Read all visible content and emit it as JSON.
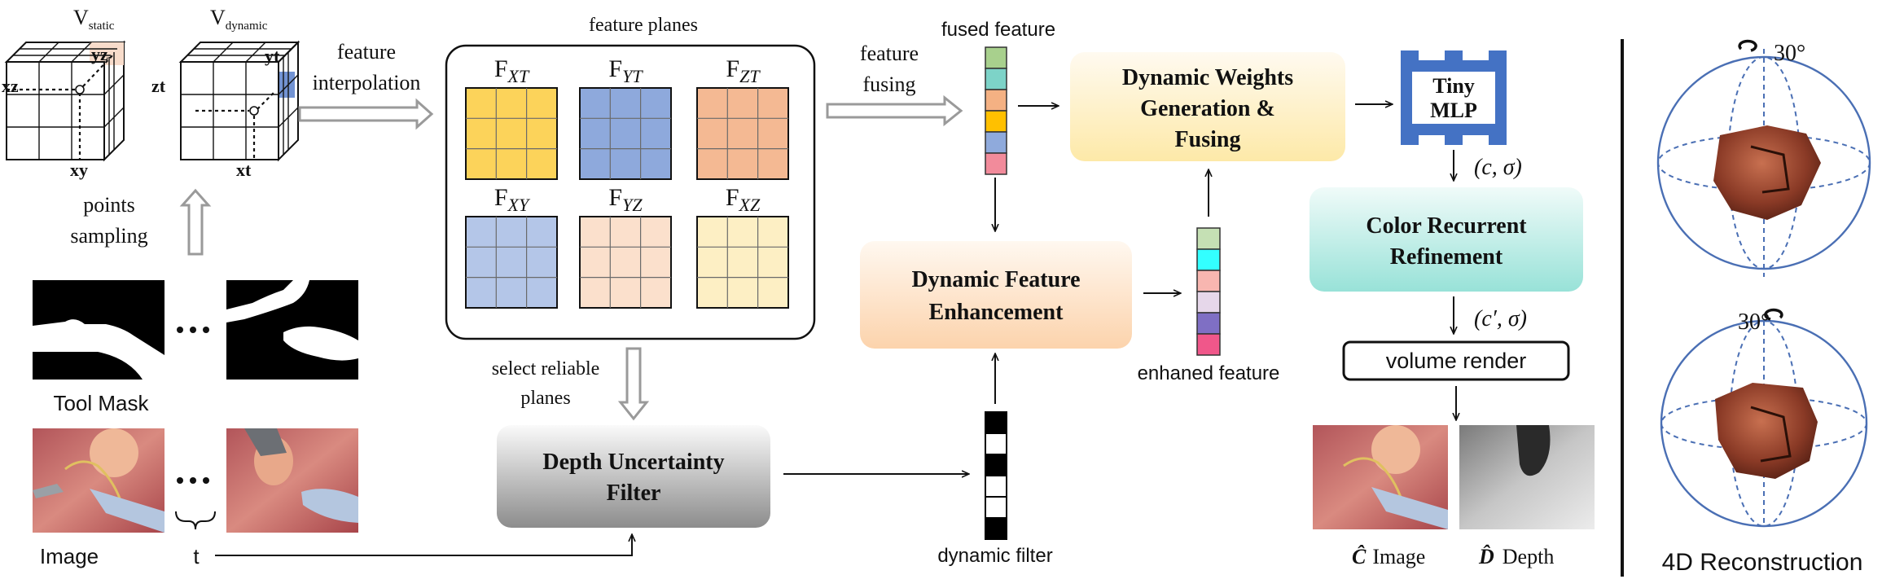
{
  "cube_left": {
    "title_main": "V",
    "title_sub": "static",
    "axis_xz": "xz",
    "axis_yz": "yz",
    "axis_xy": "xy"
  },
  "cube_right": {
    "title_main": "V",
    "title_sub": "dynamic",
    "axis_zt": "zt",
    "axis_yt": "yt",
    "axis_xt": "xt"
  },
  "labels": {
    "feature_interpolation_1": "feature",
    "feature_interpolation_2": "interpolation",
    "points_sampling_1": "points",
    "points_sampling_2": "sampling",
    "tool_mask": "Tool Mask",
    "image": "Image",
    "t": "t",
    "feature_planes": "feature planes",
    "select_reliable_1": "select reliable",
    "select_reliable_2": "planes",
    "feature_fusing_1": "feature",
    "feature_fusing_2": "fusing",
    "fused_feature": "fused feature",
    "enhanced_feature": "enhaned feature",
    "dynamic_filter": "dynamic filter",
    "c_sigma": "(c,  σ)",
    "c_prime_sigma": "(c′,  σ)",
    "c_hat": "Ĉ",
    "c_hat_suffix": "Image",
    "d_hat": "D̂",
    "d_hat_suffix": "Depth",
    "recon": "4D Reconstruction",
    "angle_top": "30°",
    "angle_bottom": "30°"
  },
  "planes": [
    {
      "main": "F",
      "sub": "XT",
      "color": "#fcd35a"
    },
    {
      "main": "F",
      "sub": "YT",
      "color": "#8ea9dc"
    },
    {
      "main": "F",
      "sub": "ZT",
      "color": "#f4b993"
    },
    {
      "main": "F",
      "sub": "XY",
      "color": "#b4c6e8"
    },
    {
      "main": "F",
      "sub": "YZ",
      "color": "#fbe0cc"
    },
    {
      "main": "F",
      "sub": "XZ",
      "color": "#fdefc4"
    }
  ],
  "boxes": {
    "dwg_1": "Dynamic Weights",
    "dwg_2": "Generation &",
    "dwg_3": "Fusing",
    "tiny_1": "Tiny",
    "tiny_2": "MLP",
    "crr_1": "Color Recurrent",
    "crr_2": "Refinement",
    "dfe_1": "Dynamic Feature",
    "dfe_2": "Enhancement",
    "duf_1": "Depth Uncertainty",
    "duf_2": "Filter",
    "volume_render": "volume render"
  },
  "fused_colors": [
    "#a8d08d",
    "#7dd3c8",
    "#f4b183",
    "#ffc000",
    "#8faadc",
    "#f28b9b"
  ],
  "enhanced_colors": [
    "#c5e0b4",
    "#33ffff",
    "#f8b6b0",
    "#e6d7ea",
    "#7f6fc4",
    "#f0578a"
  ],
  "filter_cells": [
    "black",
    "white",
    "black",
    "white",
    "white",
    "black"
  ]
}
